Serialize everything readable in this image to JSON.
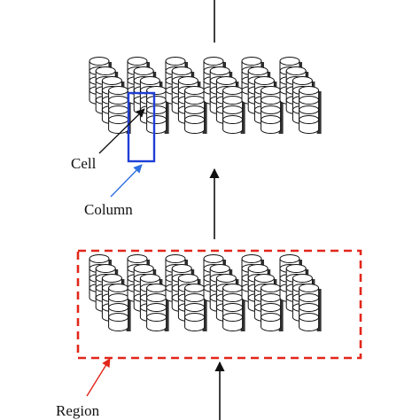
{
  "labels": {
    "cell": "Cell",
    "column": "Column",
    "region": "Region"
  },
  "colors": {
    "outline": "#111111",
    "fill": "#ffffff",
    "shade": "#333333",
    "column_highlight": "#1f3fd6",
    "column_arrow": "#2f6fe0",
    "region_border": "#e2261a",
    "region_arrow": "#e2261a"
  },
  "structure": {
    "layers": 2,
    "column_groups_per_layer": 6,
    "cells_per_column": 4
  }
}
